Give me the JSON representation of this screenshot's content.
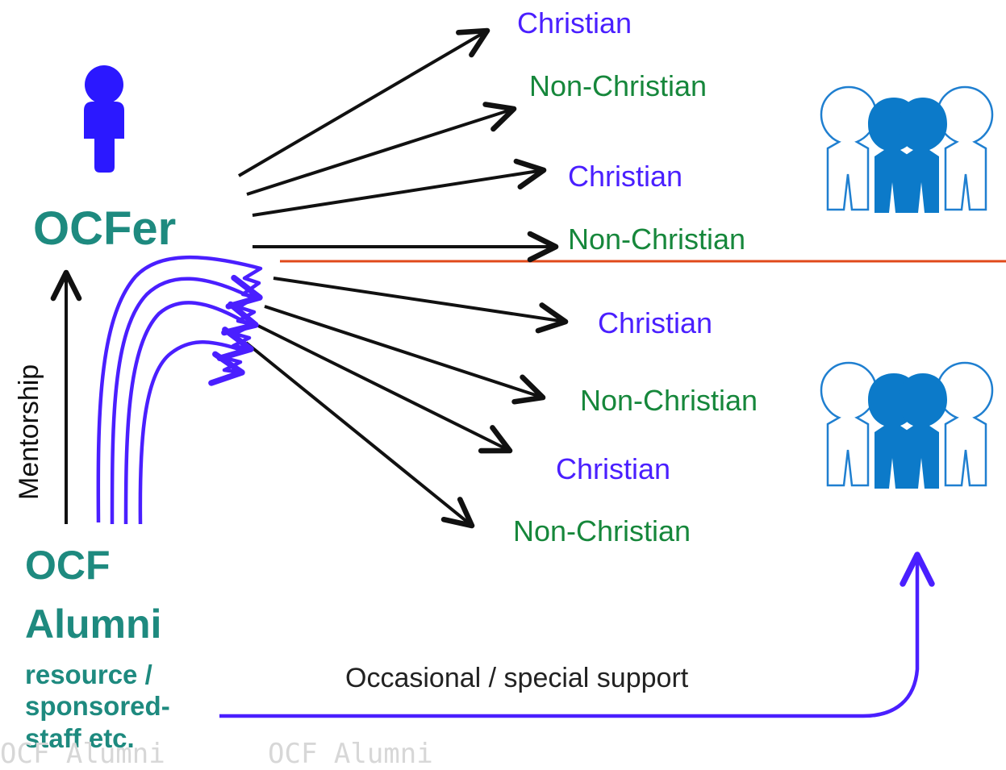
{
  "labels": {
    "christian": "Christian",
    "non_christian": "Non-Christian",
    "ocfer": "OCFer",
    "alumni_line1": "OCF",
    "alumni_line2": "Alumni",
    "alumni_sub1": "resource /",
    "alumni_sub2": "sponsored-",
    "alumni_sub3": "staff etc.",
    "mentorship": "Mentorship",
    "support": "Occasional / special support",
    "watermark_left": "OCF Alumni",
    "watermark_right": "OCF Alumni"
  },
  "icons": {
    "single_person": "person-icon",
    "group_people": "group-people-icon"
  },
  "colors": {
    "christian": "#4a1fff",
    "non_christian": "#16873b",
    "teal_title": "#1e8a7f",
    "blue_arrow": "#4a1fff",
    "divider": "#e04a1a",
    "group_fill": "#0c7ac9",
    "group_outline": "#1f7fd0",
    "person": "#2b18ff"
  }
}
